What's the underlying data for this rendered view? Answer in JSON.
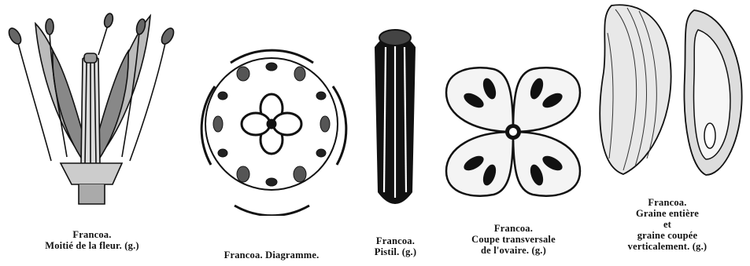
{
  "figures": [
    {
      "id": "flower-half",
      "caption": [
        "Francoa.",
        "Moitié de la fleur. (g.)"
      ]
    },
    {
      "id": "diagram",
      "caption": [
        "Francoa. Diagramme."
      ]
    },
    {
      "id": "pistil",
      "caption": [
        "Francoa.",
        "Pistil. (g.)"
      ]
    },
    {
      "id": "ovary-section",
      "caption": [
        "Francoa.",
        "Coupe transversale",
        "de l'ovaire. (g.)"
      ]
    },
    {
      "id": "seeds",
      "caption": [
        "Francoa.",
        "Graine entière",
        "et",
        "graine coupée",
        "verticalement. (g.)"
      ]
    }
  ]
}
